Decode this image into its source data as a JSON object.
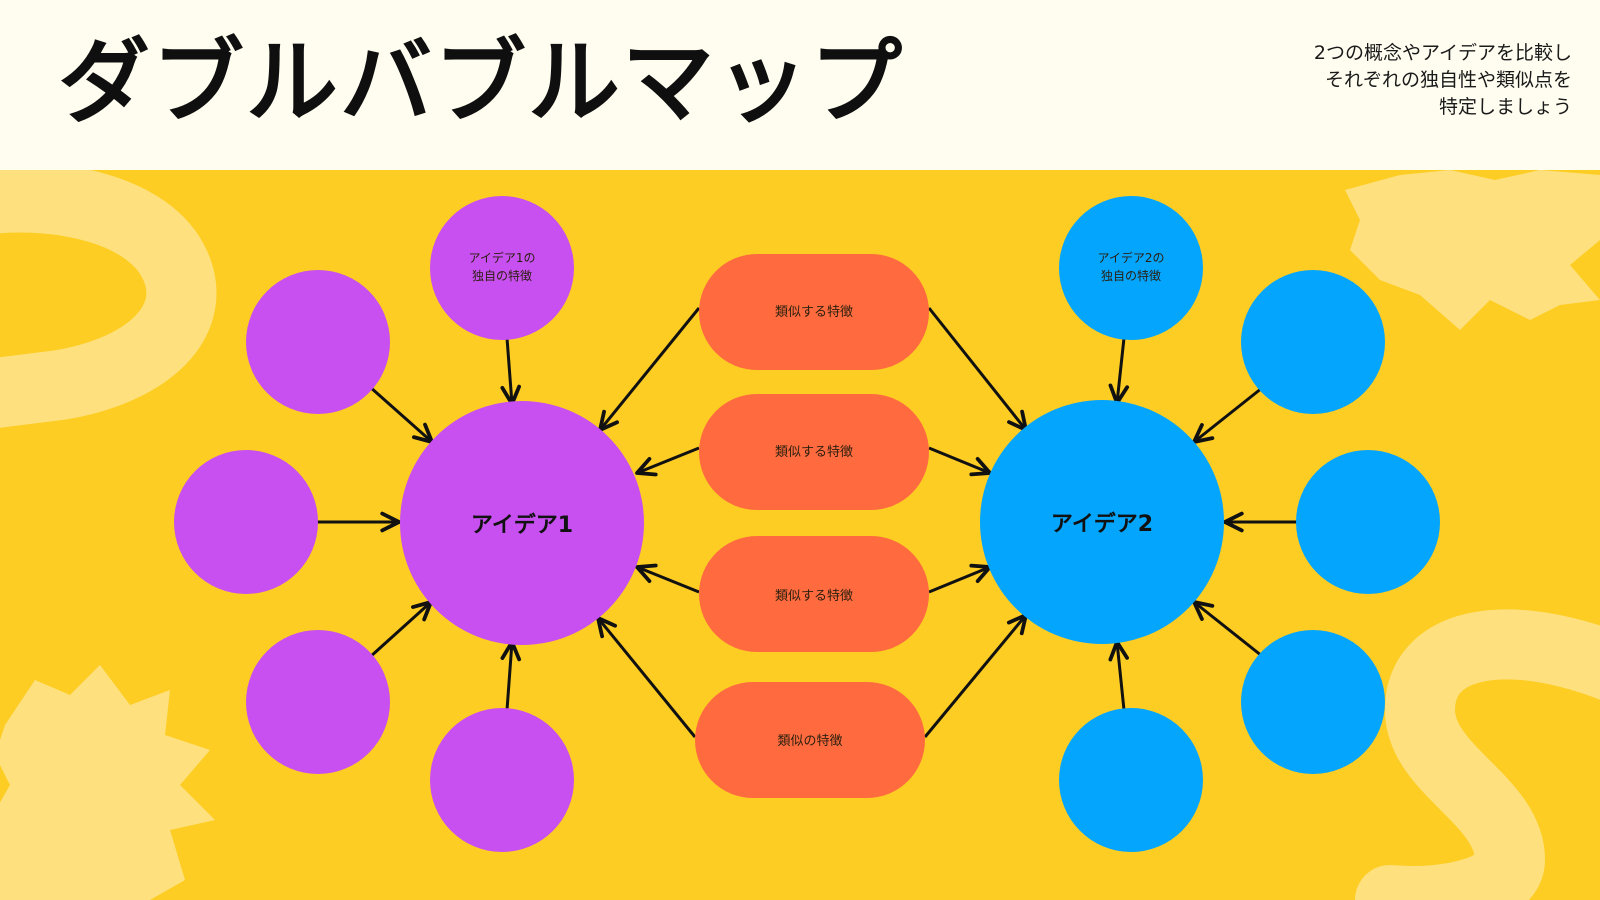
{
  "header": {
    "title": "ダブルバブルマップ",
    "subtitle_lines": [
      "2つの概念やアイデアを比較し",
      "それぞれの独自性や類似点を",
      "特定しましょう"
    ]
  },
  "diagram": {
    "idea1": {
      "label": "アイデア1",
      "unique_label_lines": [
        "アイデア1の",
        "独自の特徴"
      ]
    },
    "idea2": {
      "label": "アイデア2",
      "unique_label_lines": [
        "アイデア2の",
        "独自の特徴"
      ]
    },
    "similarities": [
      "類似する特徴",
      "類似する特徴",
      "類似する特徴",
      "類似の特徴"
    ]
  },
  "colors": {
    "background": "#fdcd24",
    "header_background": "#fffdf0",
    "idea1": "#c84ff0",
    "idea2": "#04a5fd",
    "similarity": "#ff6b3e",
    "decoration": "#fee17e",
    "arrow": "#111111"
  }
}
